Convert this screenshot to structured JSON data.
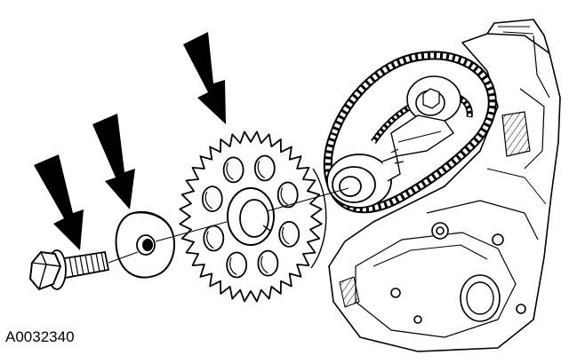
{
  "figure": {
    "reference_code": "A0032340",
    "background": "#ffffff",
    "ink": "#000000"
  },
  "parts": [
    {
      "id": "bolt",
      "icon": "hex-flange-bolt-icon"
    },
    {
      "id": "washer",
      "icon": "flat-washer-icon"
    },
    {
      "id": "sprocket",
      "icon": "camshaft-sprocket-icon"
    },
    {
      "id": "engine",
      "icon": "cylinder-head-timing-chain-icon"
    }
  ],
  "callout_arrows": [
    {
      "target": "bolt",
      "icon": "down-arrow-icon"
    },
    {
      "target": "washer",
      "icon": "down-arrow-icon"
    },
    {
      "target": "sprocket",
      "icon": "down-arrow-icon"
    }
  ]
}
